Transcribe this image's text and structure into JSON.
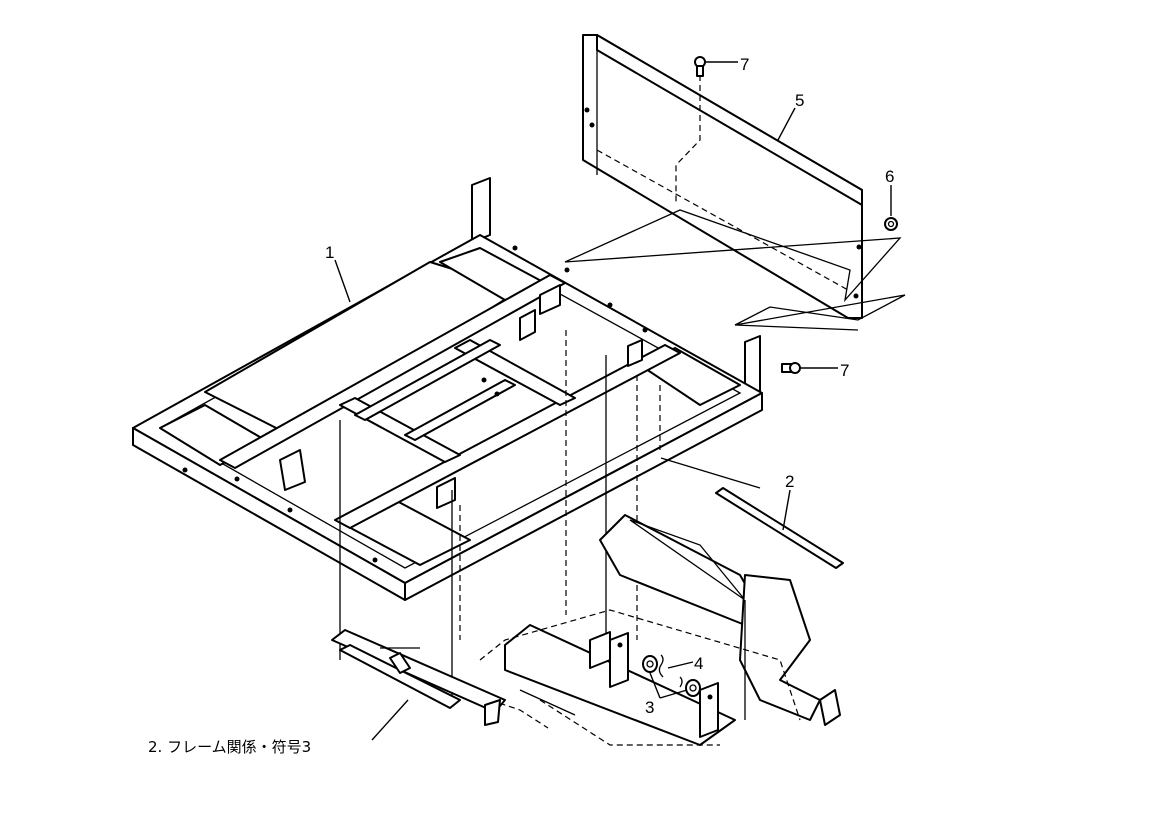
{
  "callouts": {
    "part_1": "1",
    "part_2": "2",
    "part_3a": "3",
    "part_4": "4",
    "part_5": "5",
    "part_6": "6",
    "part_7_top": "7",
    "part_7_side": "7"
  },
  "caption": "2. フレーム関係・符号3"
}
